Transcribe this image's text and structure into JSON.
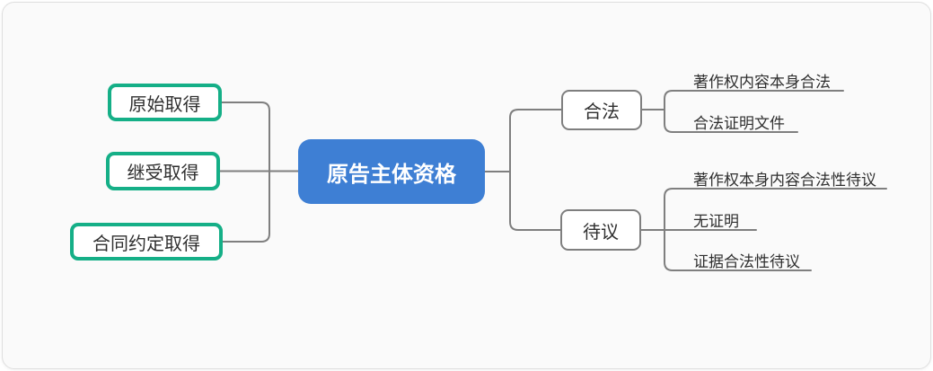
{
  "colors": {
    "canvas_fill": "#FAFAFA",
    "canvas_border": "#DFDFDF",
    "connector": "#7F7F7F",
    "node_fill": "#FFFFFF",
    "node_text": "#2F2F2F",
    "root_fill": "#3E7FD4",
    "root_text": "#FFFFFF",
    "branch_green_border": "#15AF87",
    "branch_gray_border": "#7F7F7F"
  },
  "root": {
    "label": "原告主体资格"
  },
  "left_branches": [
    {
      "label": "原始取得"
    },
    {
      "label": "继受取得"
    },
    {
      "label": "合同约定取得"
    }
  ],
  "right_branches": [
    {
      "label": "合法",
      "children": [
        {
          "label": "著作权内容本身合法"
        },
        {
          "label": "合法证明文件"
        }
      ]
    },
    {
      "label": "待议",
      "children": [
        {
          "label": "著作权本身内容合法性待议"
        },
        {
          "label": "无证明"
        },
        {
          "label": "证据合法性待议"
        }
      ]
    }
  ]
}
